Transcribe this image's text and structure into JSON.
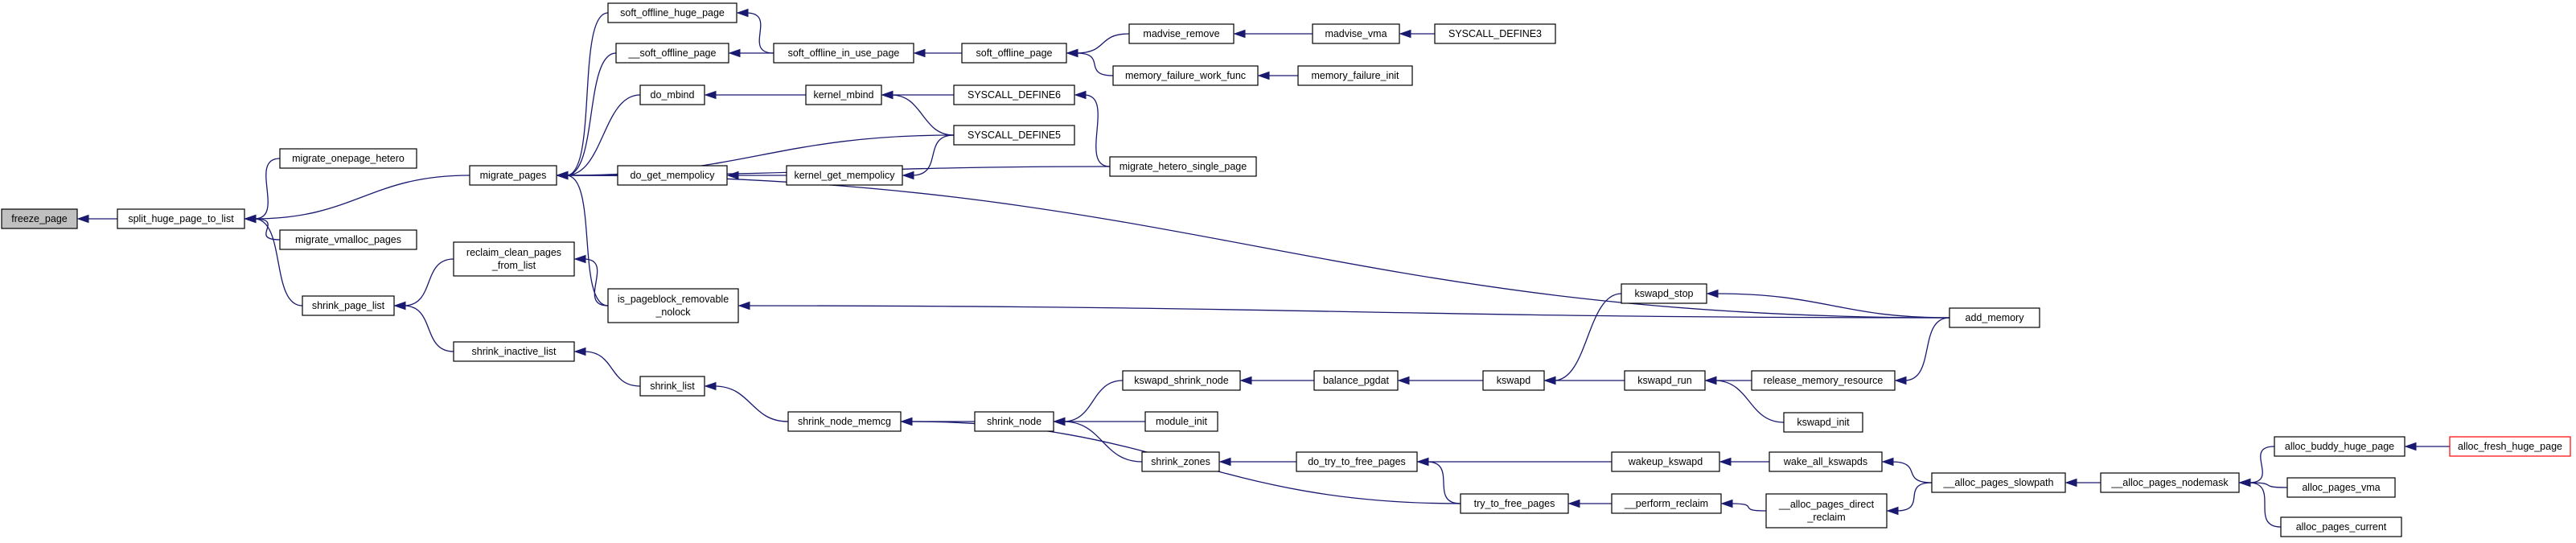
{
  "colors": {
    "edge": "#191970",
    "root_fill": "#c0c0c0",
    "highlight_border": "#ff0000"
  },
  "nodes": [
    {
      "id": "freeze_page",
      "lines": [
        "freeze_page"
      ]
    },
    {
      "id": "split_huge_page_to_list",
      "lines": [
        "split_huge_page_to_list"
      ]
    },
    {
      "id": "migrate_onepage_hetero",
      "lines": [
        "migrate_onepage_hetero"
      ]
    },
    {
      "id": "migrate_vmalloc_pages",
      "lines": [
        "migrate_vmalloc_pages"
      ]
    },
    {
      "id": "shrink_page_list",
      "lines": [
        "shrink_page_list"
      ]
    },
    {
      "id": "migrate_pages",
      "lines": [
        "migrate_pages"
      ]
    },
    {
      "id": "reclaim_clean_pages_from_list",
      "lines": [
        "reclaim_clean_pages",
        "_from_list"
      ]
    },
    {
      "id": "shrink_inactive_list",
      "lines": [
        "shrink_inactive_list"
      ]
    },
    {
      "id": "soft_offline_huge_page",
      "lines": [
        "soft_offline_huge_page"
      ]
    },
    {
      "id": "__soft_offline_page",
      "lines": [
        "__soft_offline_page"
      ]
    },
    {
      "id": "do_mbind",
      "lines": [
        "do_mbind"
      ]
    },
    {
      "id": "do_get_mempolicy",
      "lines": [
        "do_get_mempolicy"
      ]
    },
    {
      "id": "is_pageblock_removable_nolock",
      "lines": [
        "is_pageblock_removable",
        "_nolock"
      ]
    },
    {
      "id": "shrink_list",
      "lines": [
        "shrink_list"
      ]
    },
    {
      "id": "soft_offline_in_use_page",
      "lines": [
        "soft_offline_in_use_page"
      ]
    },
    {
      "id": "kernel_mbind",
      "lines": [
        "kernel_mbind"
      ]
    },
    {
      "id": "kernel_get_mempolicy",
      "lines": [
        "kernel_get_mempolicy"
      ]
    },
    {
      "id": "shrink_node_memcg",
      "lines": [
        "shrink_node_memcg"
      ]
    },
    {
      "id": "soft_offline_page",
      "lines": [
        "soft_offline_page"
      ]
    },
    {
      "id": "SYSCALL_DEFINE6",
      "lines": [
        "SYSCALL_DEFINE6"
      ]
    },
    {
      "id": "SYSCALL_DEFINE5",
      "lines": [
        "SYSCALL_DEFINE5"
      ]
    },
    {
      "id": "shrink_node",
      "lines": [
        "shrink_node"
      ]
    },
    {
      "id": "madvise_remove",
      "lines": [
        "madvise_remove"
      ]
    },
    {
      "id": "memory_failure_work_func",
      "lines": [
        "memory_failure_work_func"
      ]
    },
    {
      "id": "migrate_hetero_single_page",
      "lines": [
        "migrate_hetero_single_page"
      ]
    },
    {
      "id": "kswapd_shrink_node",
      "lines": [
        "kswapd_shrink_node"
      ]
    },
    {
      "id": "module_init",
      "lines": [
        "module_init"
      ]
    },
    {
      "id": "shrink_zones",
      "lines": [
        "shrink_zones"
      ]
    },
    {
      "id": "madvise_vma",
      "lines": [
        "madvise_vma"
      ]
    },
    {
      "id": "memory_failure_init",
      "lines": [
        "memory_failure_init"
      ]
    },
    {
      "id": "balance_pgdat",
      "lines": [
        "balance_pgdat"
      ]
    },
    {
      "id": "do_try_to_free_pages",
      "lines": [
        "do_try_to_free_pages"
      ]
    },
    {
      "id": "SYSCALL_DEFINE3",
      "lines": [
        "SYSCALL_DEFINE3"
      ]
    },
    {
      "id": "try_to_free_pages",
      "lines": [
        "try_to_free_pages"
      ]
    },
    {
      "id": "kswapd",
      "lines": [
        "kswapd"
      ]
    },
    {
      "id": "__perform_reclaim",
      "lines": [
        "__perform_reclaim"
      ]
    },
    {
      "id": "kswapd_stop",
      "lines": [
        "kswapd_stop"
      ]
    },
    {
      "id": "kswapd_run",
      "lines": [
        "kswapd_run"
      ]
    },
    {
      "id": "wakeup_kswapd",
      "lines": [
        "wakeup_kswapd"
      ]
    },
    {
      "id": "release_memory_resource",
      "lines": [
        "release_memory_resource"
      ]
    },
    {
      "id": "kswapd_init",
      "lines": [
        "kswapd_init"
      ]
    },
    {
      "id": "wake_all_kswapds",
      "lines": [
        "wake_all_kswapds"
      ]
    },
    {
      "id": "__alloc_pages_direct_reclaim",
      "lines": [
        "__alloc_pages_direct",
        "_reclaim"
      ]
    },
    {
      "id": "add_memory",
      "lines": [
        "add_memory"
      ]
    },
    {
      "id": "__alloc_pages_slowpath",
      "lines": [
        "__alloc_pages_slowpath"
      ]
    },
    {
      "id": "__alloc_pages_nodemask",
      "lines": [
        "__alloc_pages_nodemask"
      ]
    },
    {
      "id": "alloc_buddy_huge_page",
      "lines": [
        "alloc_buddy_huge_page"
      ]
    },
    {
      "id": "alloc_pages_vma",
      "lines": [
        "alloc_pages_vma"
      ]
    },
    {
      "id": "alloc_pages_current",
      "lines": [
        "alloc_pages_current"
      ]
    },
    {
      "id": "alloc_fresh_huge_page",
      "lines": [
        "alloc_fresh_huge_page"
      ]
    }
  ],
  "edges": [
    [
      "split_huge_page_to_list",
      "freeze_page"
    ],
    [
      "migrate_onepage_hetero",
      "split_huge_page_to_list"
    ],
    [
      "migrate_vmalloc_pages",
      "split_huge_page_to_list"
    ],
    [
      "shrink_page_list",
      "split_huge_page_to_list"
    ],
    [
      "migrate_pages",
      "split_huge_page_to_list"
    ],
    [
      "reclaim_clean_pages_from_list",
      "shrink_page_list"
    ],
    [
      "shrink_inactive_list",
      "shrink_page_list"
    ],
    [
      "soft_offline_huge_page",
      "migrate_pages"
    ],
    [
      "__soft_offline_page",
      "migrate_pages"
    ],
    [
      "do_mbind",
      "migrate_pages"
    ],
    [
      "do_get_mempolicy",
      "migrate_pages"
    ],
    [
      "is_pageblock_removable_nolock",
      "migrate_pages"
    ],
    [
      "SYSCALL_DEFINE5",
      "migrate_pages"
    ],
    [
      "migrate_hetero_single_page",
      "migrate_pages"
    ],
    [
      "add_memory",
      "migrate_pages"
    ],
    [
      "is_pageblock_removable_nolock",
      "reclaim_clean_pages_from_list"
    ],
    [
      "shrink_list",
      "shrink_inactive_list"
    ],
    [
      "soft_offline_in_use_page",
      "soft_offline_huge_page"
    ],
    [
      "soft_offline_in_use_page",
      "__soft_offline_page"
    ],
    [
      "kernel_mbind",
      "do_mbind"
    ],
    [
      "kernel_get_mempolicy",
      "do_get_mempolicy"
    ],
    [
      "add_memory",
      "is_pageblock_removable_nolock"
    ],
    [
      "shrink_node_memcg",
      "shrink_list"
    ],
    [
      "soft_offline_page",
      "soft_offline_in_use_page"
    ],
    [
      "SYSCALL_DEFINE6",
      "kernel_mbind"
    ],
    [
      "SYSCALL_DEFINE5",
      "kernel_mbind"
    ],
    [
      "SYSCALL_DEFINE5",
      "kernel_get_mempolicy"
    ],
    [
      "shrink_node",
      "shrink_node_memcg"
    ],
    [
      "try_to_free_pages",
      "shrink_node_memcg"
    ],
    [
      "madvise_remove",
      "soft_offline_page"
    ],
    [
      "memory_failure_work_func",
      "soft_offline_page"
    ],
    [
      "migrate_hetero_single_page",
      "SYSCALL_DEFINE6"
    ],
    [
      "kswapd_shrink_node",
      "shrink_node"
    ],
    [
      "module_init",
      "shrink_node"
    ],
    [
      "shrink_zones",
      "shrink_node"
    ],
    [
      "madvise_vma",
      "madvise_remove"
    ],
    [
      "memory_failure_init",
      "memory_failure_work_func"
    ],
    [
      "balance_pgdat",
      "kswapd_shrink_node"
    ],
    [
      "do_try_to_free_pages",
      "shrink_zones"
    ],
    [
      "SYSCALL_DEFINE3",
      "madvise_vma"
    ],
    [
      "kswapd",
      "balance_pgdat"
    ],
    [
      "wakeup_kswapd",
      "do_try_to_free_pages"
    ],
    [
      "try_to_free_pages",
      "do_try_to_free_pages"
    ],
    [
      "__perform_reclaim",
      "try_to_free_pages"
    ],
    [
      "kswapd_stop",
      "kswapd"
    ],
    [
      "kswapd_run",
      "kswapd"
    ],
    [
      "__alloc_pages_direct_reclaim",
      "__perform_reclaim"
    ],
    [
      "add_memory",
      "kswapd_stop"
    ],
    [
      "release_memory_resource",
      "kswapd_run"
    ],
    [
      "kswapd_init",
      "kswapd_run"
    ],
    [
      "wake_all_kswapds",
      "wakeup_kswapd"
    ],
    [
      "add_memory",
      "release_memory_resource"
    ],
    [
      "__alloc_pages_slowpath",
      "wake_all_kswapds"
    ],
    [
      "__alloc_pages_slowpath",
      "__alloc_pages_direct_reclaim"
    ],
    [
      "__alloc_pages_nodemask",
      "__alloc_pages_slowpath"
    ],
    [
      "alloc_buddy_huge_page",
      "__alloc_pages_nodemask"
    ],
    [
      "alloc_pages_vma",
      "__alloc_pages_nodemask"
    ],
    [
      "alloc_pages_current",
      "__alloc_pages_nodemask"
    ],
    [
      "alloc_fresh_huge_page",
      "alloc_buddy_huge_page"
    ]
  ]
}
